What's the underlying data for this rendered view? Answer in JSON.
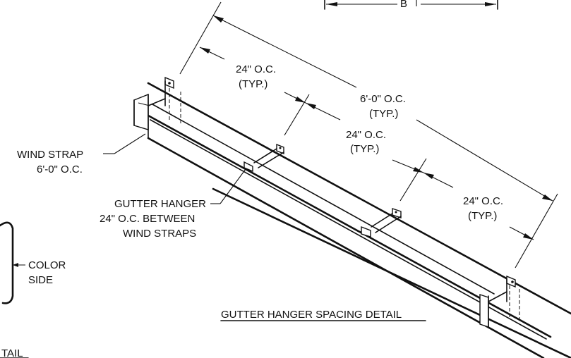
{
  "dimensions": {
    "top_marker": "B",
    "hanger_spacing_1": {
      "line1": "24\" O.C.",
      "line2": "(TYP.)"
    },
    "hanger_spacing_2": {
      "line1": "24\" O.C.",
      "line2": "(TYP.)"
    },
    "hanger_spacing_3": {
      "line1": "24\" O.C.",
      "line2": "(TYP.)"
    },
    "strap_spacing": {
      "line1": "6'-0\" O.C.",
      "line2": "(TYP.)"
    }
  },
  "callouts": {
    "wind_strap": {
      "line1": "WIND STRAP",
      "line2": "6'-0\" O.C."
    },
    "gutter_hanger": {
      "line1": "GUTTER HANGER",
      "line2": "24\" O.C. BETWEEN",
      "line3": "WIND STRAPS"
    },
    "color_side": {
      "line1": "COLOR",
      "line2": "SIDE"
    }
  },
  "titles": {
    "main": "GUTTER HANGER SPACING DETAIL",
    "cut_off": "TAIL"
  }
}
